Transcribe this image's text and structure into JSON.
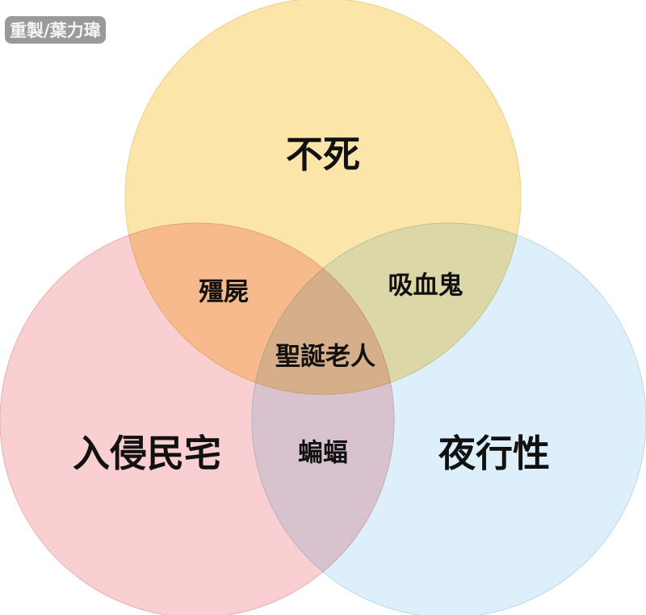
{
  "watermark": "重製/葉力瑋",
  "colors": {
    "top": "#fbe19a",
    "left": "#f8bfc3",
    "right": "#d2e9f8"
  },
  "sets": {
    "top": "不死",
    "left": "入侵民宅",
    "right": "夜行性"
  },
  "intersections": {
    "top_left": "殭屍",
    "top_right": "吸血鬼",
    "left_right": "蝙蝠",
    "all": "聖誕老人"
  }
}
